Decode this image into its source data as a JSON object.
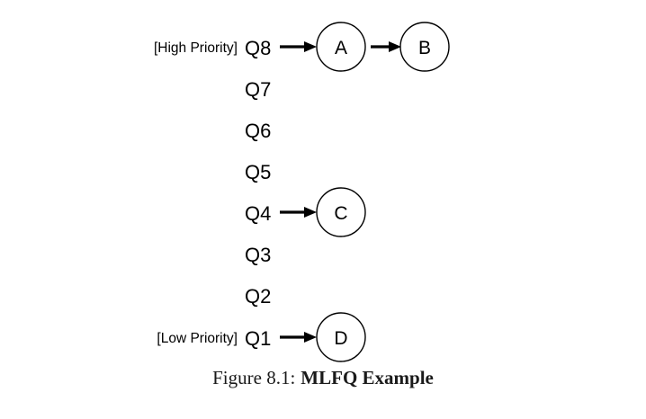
{
  "figure": {
    "caption_prefix": "Figure 8.1:",
    "caption_title": "MLFQ Example",
    "background_color": "#ffffff",
    "stroke_color": "#000000"
  },
  "annotations": {
    "high_priority": "[High Priority]",
    "low_priority": "[Low Priority]"
  },
  "queues": [
    {
      "label": "Q8",
      "annotation": "[High Priority]",
      "jobs": [
        "A",
        "B"
      ]
    },
    {
      "label": "Q7",
      "annotation": "",
      "jobs": []
    },
    {
      "label": "Q6",
      "annotation": "",
      "jobs": []
    },
    {
      "label": "Q5",
      "annotation": "",
      "jobs": []
    },
    {
      "label": "Q4",
      "annotation": "",
      "jobs": [
        "C"
      ]
    },
    {
      "label": "Q3",
      "annotation": "",
      "jobs": []
    },
    {
      "label": "Q2",
      "annotation": "",
      "jobs": []
    },
    {
      "label": "Q1",
      "annotation": "[Low Priority]",
      "jobs": [
        "D"
      ]
    }
  ],
  "nodes": [
    {
      "id": "A",
      "label": "A",
      "queue": "Q8"
    },
    {
      "id": "B",
      "label": "B",
      "queue": "Q8"
    },
    {
      "id": "C",
      "label": "C",
      "queue": "Q4"
    },
    {
      "id": "D",
      "label": "D",
      "queue": "Q1"
    }
  ]
}
